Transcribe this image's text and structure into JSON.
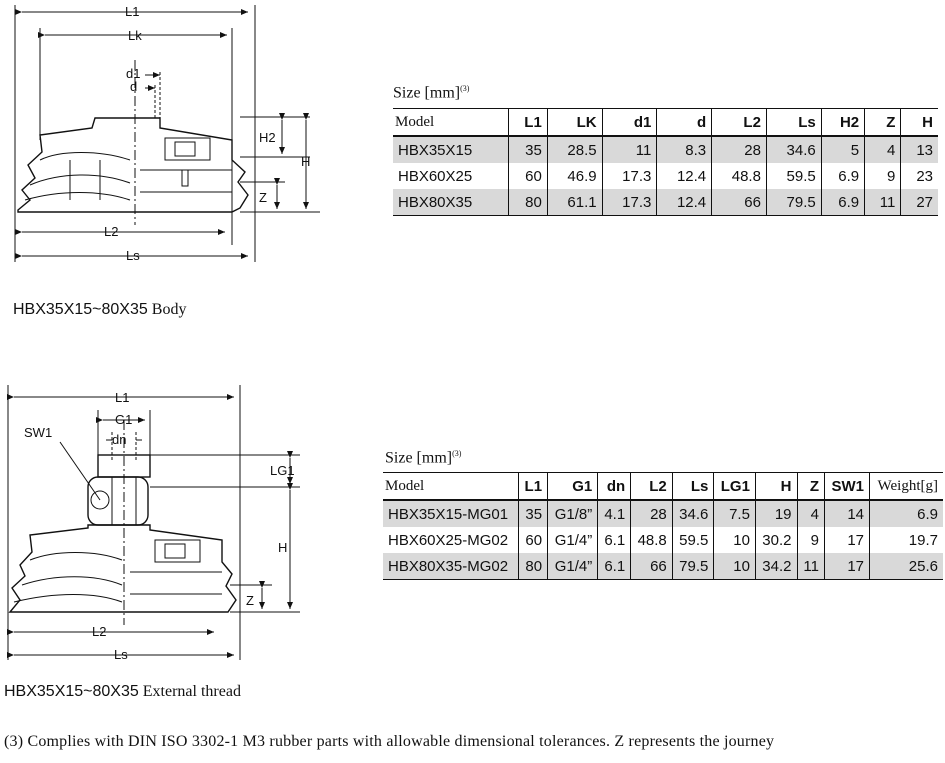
{
  "section1": {
    "size_label": "Size  [mm]",
    "size_sup": "(3)",
    "columns": [
      "Model",
      "L1",
      "LK",
      "d1",
      "d",
      "L2",
      "Ls",
      "H2",
      "Z",
      "H"
    ],
    "rows": [
      [
        "HBX35X15",
        "35",
        "28.5",
        "11",
        "8.3",
        "28",
        "34.6",
        "5",
        "4",
        "13"
      ],
      [
        "HBX60X25",
        "60",
        "46.9",
        "17.3",
        "12.4",
        "48.8",
        "59.5",
        "6.9",
        "9",
        "23"
      ],
      [
        "HBX80X35",
        "80",
        "61.1",
        "17.3",
        "12.4",
        "66",
        "79.5",
        "6.9",
        "11",
        "27"
      ]
    ],
    "caption_code": "HBX35X15~80X35",
    "caption_word": " Body",
    "diagram_labels": {
      "L1": "L1",
      "Lk": "Lk",
      "d1": "d1",
      "d": "d",
      "H2": "H2",
      "H": "H",
      "Z": "Z",
      "L2": "L2",
      "Ls": "Ls"
    }
  },
  "section2": {
    "size_label": "Size [mm]",
    "size_sup": "(3)",
    "columns": [
      "Model",
      "L1",
      "G1",
      "dn",
      "L2",
      "Ls",
      "LG1",
      "H",
      "Z",
      "SW1",
      "Weight[g]"
    ],
    "rows": [
      [
        "HBX35X15-MG01",
        "35",
        "G1/8”",
        "4.1",
        "28",
        "34.6",
        "7.5",
        "19",
        "4",
        "14",
        "6.9"
      ],
      [
        "HBX60X25-MG02",
        "60",
        "G1/4”",
        "6.1",
        "48.8",
        "59.5",
        "10",
        "30.2",
        "9",
        "17",
        "19.7"
      ],
      [
        "HBX80X35-MG02",
        "80",
        "G1/4”",
        "6.1",
        "66",
        "79.5",
        "10",
        "34.2",
        "11",
        "17",
        "25.6"
      ]
    ],
    "caption_code": "HBX35X15~80X35",
    "caption_word": " External thread",
    "diagram_labels": {
      "L1": "L1",
      "G1": "G1",
      "dn": "dn",
      "SW1": "SW1",
      "LG1": "LG1",
      "H": "H",
      "Z": "Z",
      "L2": "L2",
      "Ls": "Ls"
    }
  },
  "footnote": "(3) Complies with DIN ISO 3302-1 M3 rubber parts with allowable dimensional tolerances. Z represents the journey"
}
